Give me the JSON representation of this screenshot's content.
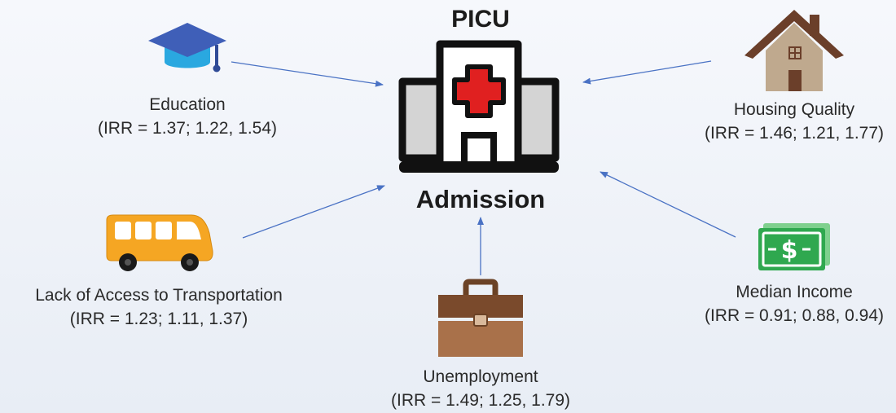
{
  "center": {
    "title_top": "PICU",
    "title_bottom": "Admission",
    "icon": "hospital-icon"
  },
  "factors": {
    "education": {
      "label": "Education",
      "irr": "(IRR = 1.37; 1.22, 1.54)",
      "icon": "graduation-cap-icon"
    },
    "housing": {
      "label": "Housing Quality",
      "irr": "(IRR = 1.46; 1.21, 1.77)",
      "icon": "house-icon"
    },
    "transportation": {
      "label": "Lack of Access to Transportation",
      "irr": "(IRR = 1.23; 1.11, 1.37)",
      "icon": "bus-icon"
    },
    "unemployment": {
      "label": "Unemployment",
      "irr": "(IRR = 1.49; 1.25, 1.79)",
      "icon": "briefcase-icon"
    },
    "income": {
      "label": "Median Income",
      "irr": "(IRR = 0.91; 0.88, 0.94)",
      "icon": "money-icon"
    }
  },
  "colors": {
    "arrow": "#4a72c4",
    "cap": "#3f5fb8",
    "cap_band": "#2aa8e0",
    "house_roof": "#6b3f2a",
    "house_wall": "#bfa98e",
    "bus": "#f5a623",
    "briefcase": "#8b5a3c",
    "money": "#2fa84f",
    "hospital_red": "#e02020",
    "hospital_gray": "#cfcfcf"
  }
}
